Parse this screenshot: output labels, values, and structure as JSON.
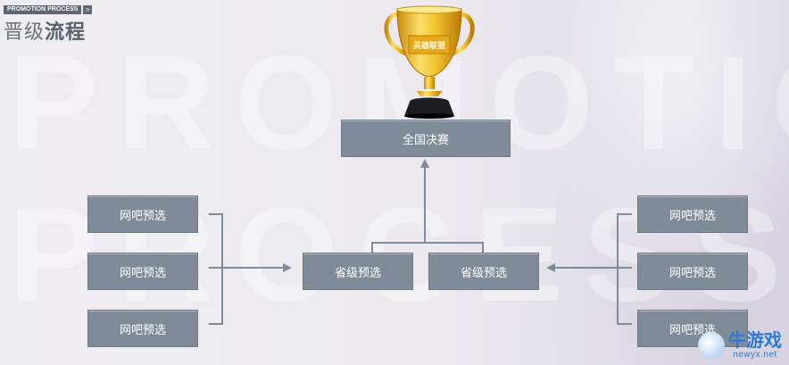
{
  "header": {
    "tag": "PROMOTION PROCESS",
    "tag_arrow": ">",
    "title_light": "晋级",
    "title_bold": "流程"
  },
  "trophy": {
    "plate_text": "英雄联盟"
  },
  "final": {
    "label": "全国决赛"
  },
  "provincial": [
    {
      "label": "省级预选"
    },
    {
      "label": "省级预选"
    }
  ],
  "left_net": [
    {
      "label": "网吧预选"
    },
    {
      "label": "网吧预选"
    },
    {
      "label": "网吧预选"
    }
  ],
  "right_net": [
    {
      "label": "网吧预选"
    },
    {
      "label": "网吧预选"
    },
    {
      "label": "网吧预选"
    }
  ],
  "watermark": {
    "brand": "牛游戏",
    "url": "newyx.net"
  },
  "colors": {
    "node_fill": "#7f8b99",
    "line": "#7f8b99",
    "title": "#6b737d",
    "trophy_gold": "#f2c22e"
  }
}
